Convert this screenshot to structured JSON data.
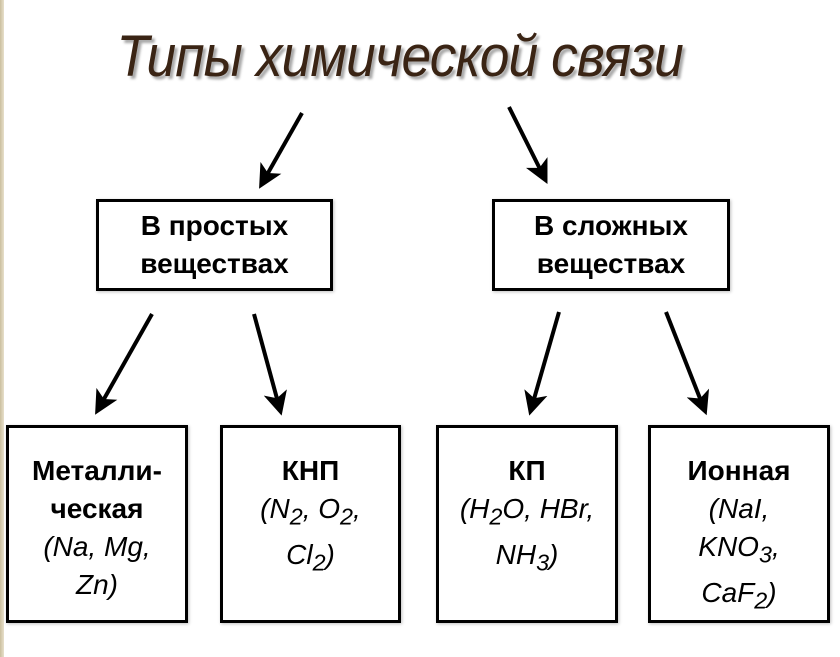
{
  "title": "Типы химической связи",
  "categories": [
    {
      "label_line1": "В простых",
      "label_line2": "веществах"
    },
    {
      "label_line1": "В сложных",
      "label_line2": "веществах"
    }
  ],
  "bond_types": [
    {
      "name_line1": "Металли-",
      "name_line2": "ческая",
      "examples": [
        "(Na, Mg,",
        "Zn)"
      ]
    },
    {
      "name_line1": "КНП",
      "examples_html": [
        "(N",
        "2",
        ", O",
        "2",
        ",",
        "Cl",
        "2",
        ")"
      ]
    },
    {
      "name_line1": "КП",
      "examples_html": [
        "(H",
        "2",
        "O, HBr,",
        "NH",
        "3",
        ")"
      ]
    },
    {
      "name_line1": "Ионная",
      "examples_html": [
        "(NaI,",
        "KNO",
        "3",
        ",",
        "CaF",
        "2",
        ")"
      ]
    }
  ],
  "colors": {
    "title": "#3a2414",
    "stroke": "#000000",
    "edge": "#cbbf9f"
  }
}
